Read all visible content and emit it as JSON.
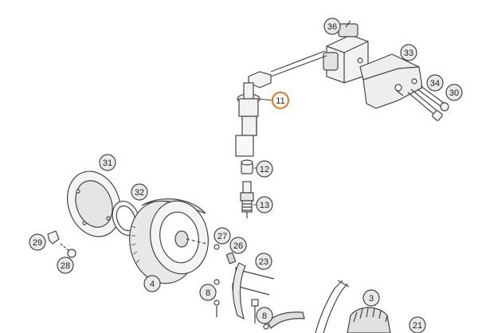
{
  "diagram": {
    "callouts": [
      {
        "id": "c36",
        "label": "36",
        "highlight": false
      },
      {
        "id": "c33",
        "label": "33",
        "highlight": false
      },
      {
        "id": "c34",
        "label": "34",
        "highlight": false
      },
      {
        "id": "c30",
        "label": "30",
        "highlight": false
      },
      {
        "id": "c11",
        "label": "11",
        "highlight": true
      },
      {
        "id": "c31",
        "label": "31",
        "highlight": false
      },
      {
        "id": "c12",
        "label": "12",
        "highlight": false
      },
      {
        "id": "c32",
        "label": "32",
        "highlight": false
      },
      {
        "id": "c13",
        "label": "13",
        "highlight": false
      },
      {
        "id": "c29",
        "label": "29",
        "highlight": false
      },
      {
        "id": "c27",
        "label": "27",
        "highlight": false
      },
      {
        "id": "c26",
        "label": "26",
        "highlight": false
      },
      {
        "id": "c28",
        "label": "28",
        "highlight": false
      },
      {
        "id": "c23",
        "label": "23",
        "highlight": false
      },
      {
        "id": "c4",
        "label": "4",
        "highlight": false
      },
      {
        "id": "c8a",
        "label": "8",
        "highlight": false
      },
      {
        "id": "c3",
        "label": "3",
        "highlight": false
      },
      {
        "id": "c8b",
        "label": "8",
        "highlight": false
      },
      {
        "id": "c21",
        "label": "21",
        "highlight": false
      }
    ],
    "colors": {
      "line": "#444444",
      "part_fill": "#f2f2f2",
      "part_shade": "#d6d6d6",
      "callout_fill": "#e9e9e9",
      "highlight": "#e8731a"
    }
  }
}
